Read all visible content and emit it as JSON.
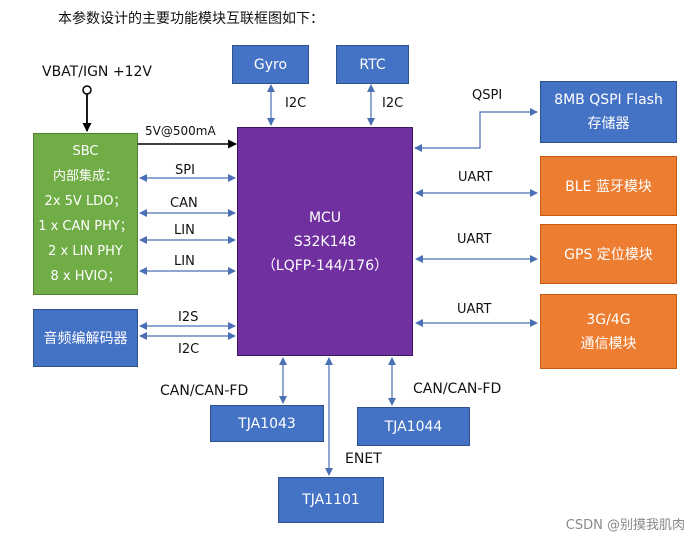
{
  "title": "本参数设计的主要功能模块互联框图如下：",
  "power_input": "VBAT/IGN +12V",
  "power_label": "5V@500mA",
  "sbc": {
    "lines": [
      "SBC",
      "内部集成：",
      "2x 5V LDO；",
      "1 x CAN PHY；",
      "2 x LIN PHY",
      "8 x HVIO；"
    ]
  },
  "codec": "音频编解码器",
  "mcu": {
    "lines": [
      "MCU",
      "S32K148",
      "（LQFP-144/176）"
    ]
  },
  "gyro": "Gyro",
  "rtc": "RTC",
  "flash": {
    "lines": [
      "8MB QSPI Flash",
      "存储器"
    ]
  },
  "ble": "BLE  蓝牙模块",
  "gps": "GPS  定位模块",
  "cell": {
    "lines": [
      "3G/4G",
      "通信模块"
    ]
  },
  "tja1043": "TJA1043",
  "tja1044": "TJA1044",
  "tja1101": "TJA1101",
  "bus_labels": {
    "spi": "SPI",
    "can": "CAN",
    "lin1": "LIN",
    "lin2": "LIN",
    "i2s": "I2S",
    "i2c_codec": "I2C",
    "i2c_gyro": "I2C",
    "i2c_rtc": "I2C",
    "qspi": "QSPI",
    "uart_ble": "UART",
    "uart_gps": "UART",
    "uart_cell": "UART",
    "can_fd_left": "CAN/CAN-FD",
    "can_fd_right": "CAN/CAN-FD",
    "enet": "ENET"
  },
  "watermark": "CSDN @别摸我肌肉"
}
